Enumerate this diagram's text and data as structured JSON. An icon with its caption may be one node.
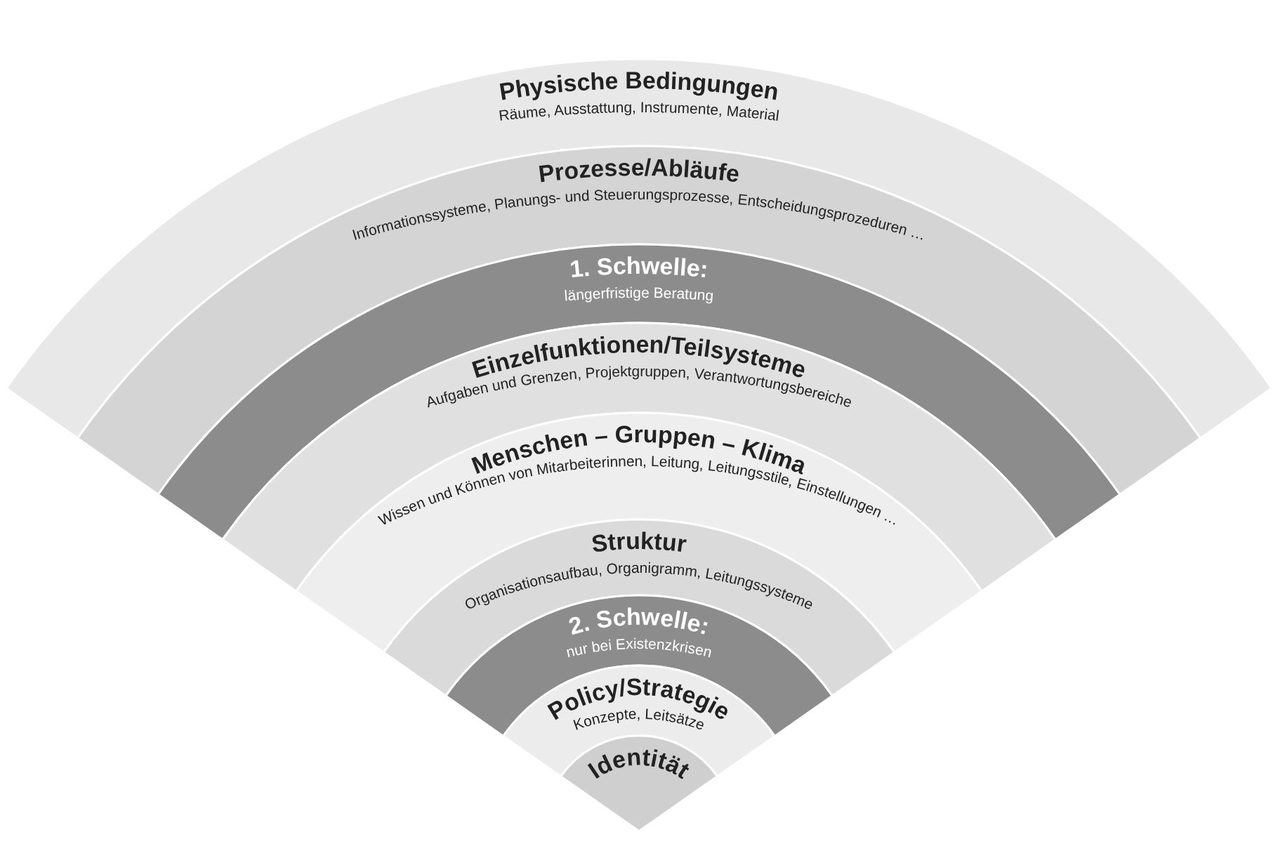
{
  "diagram": {
    "nodes": [
      {
        "text": [
          "Physische Bedingungen",
          "Räume, Ausstattung, Instrumente, Material"
        ]
      },
      {
        "text": [
          "Prozesse/Abläufe",
          "Informationssysteme, Planungs- und Steuerungsprozesse, Entscheidungsprozeduren …"
        ]
      },
      {
        "text": [
          "1. Schwelle:",
          "längerfristige Beratung"
        ]
      },
      {
        "text": [
          "Einzelfunktionen/Teilsysteme",
          "Aufgaben und Grenzen, Projektgruppen, Verantwortungsbereiche"
        ]
      },
      {
        "text": [
          "Menschen – Gruppen – Klima",
          "Wissen und Können von Mitarbeiterinnen, Leitung, Leitungsstile, Einstellungen …"
        ]
      },
      {
        "text": [
          "Struktur",
          "Organisationsaufbau, Organigramm, Leitungssysteme"
        ]
      },
      {
        "text": [
          "2. Schwelle:",
          "nur bei Existenzkrisen"
        ]
      },
      {
        "text": [
          "Policy/Strategie",
          "Konzepte, Leitsätze"
        ]
      },
      {
        "text": [
          "Identität"
        ]
      }
    ]
  }
}
